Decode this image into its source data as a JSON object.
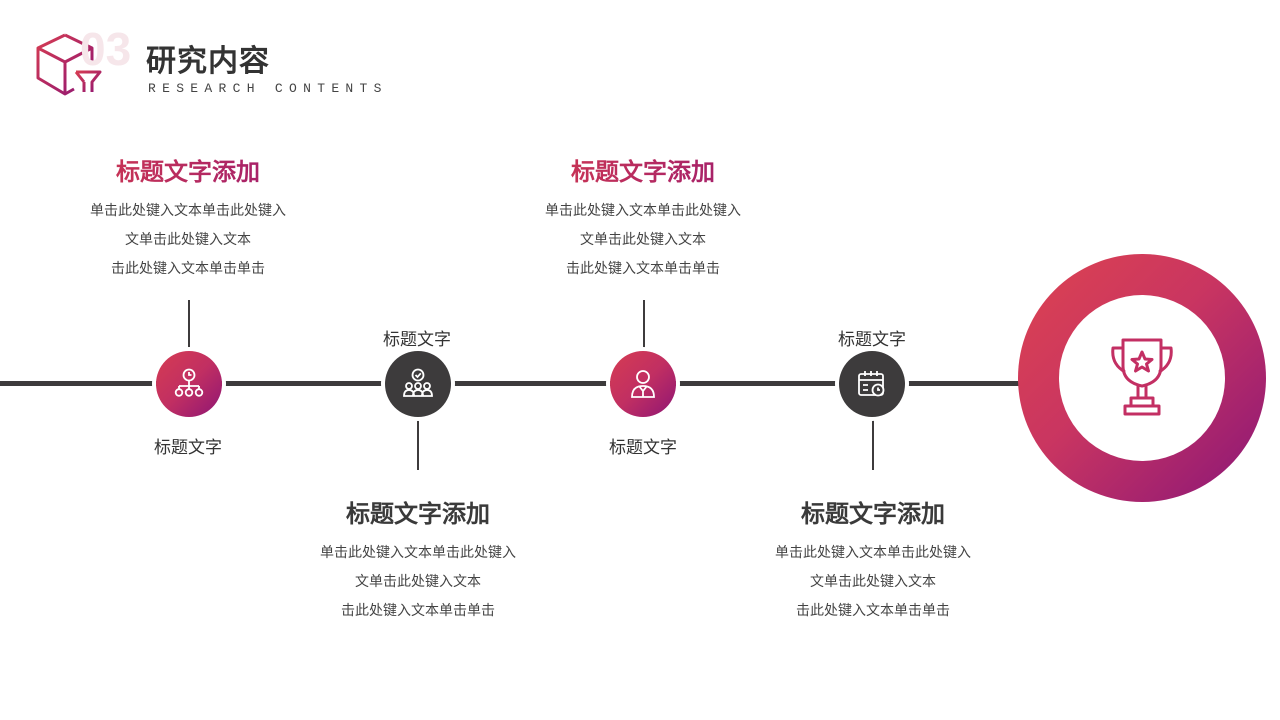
{
  "header": {
    "section_number": "03",
    "title": "研究内容",
    "subtitle": "RESEARCH CONTENTS",
    "logo_icon": "cube-funnel-icon"
  },
  "colors": {
    "gradient_start": "#d63c52",
    "gradient_end": "#8e1574",
    "dark": "#3d3b3c",
    "text": "#333333"
  },
  "timeline": {
    "nodes": [
      {
        "icon": "org-chart-clock-icon",
        "style": "gradient",
        "label": "标题文字",
        "label_position": "below"
      },
      {
        "icon": "team-check-icon",
        "style": "dark",
        "label": "标题文字",
        "label_position": "above"
      },
      {
        "icon": "person-icon",
        "style": "gradient",
        "label": "标题文字",
        "label_position": "below"
      },
      {
        "icon": "calendar-clock-icon",
        "style": "dark",
        "label": "标题文字",
        "label_position": "above"
      }
    ],
    "goal_icon": "trophy-icon"
  },
  "blocks": [
    {
      "title": "标题文字添加",
      "lines": [
        "单击此处键入文本单击此处键入",
        "文单击此处键入文本",
        "击此处键入文本单击单击"
      ]
    },
    {
      "title": "标题文字添加",
      "lines": [
        "单击此处键入文本单击此处键入",
        "文单击此处键入文本",
        "击此处键入文本单击单击"
      ]
    },
    {
      "title": "标题文字添加",
      "lines": [
        "单击此处键入文本单击此处键入",
        "文单击此处键入文本",
        "击此处键入文本单击单击"
      ]
    },
    {
      "title": "标题文字添加",
      "lines": [
        "单击此处键入文本单击此处键入",
        "文单击此处键入文本",
        "击此处键入文本单击单击"
      ]
    }
  ]
}
